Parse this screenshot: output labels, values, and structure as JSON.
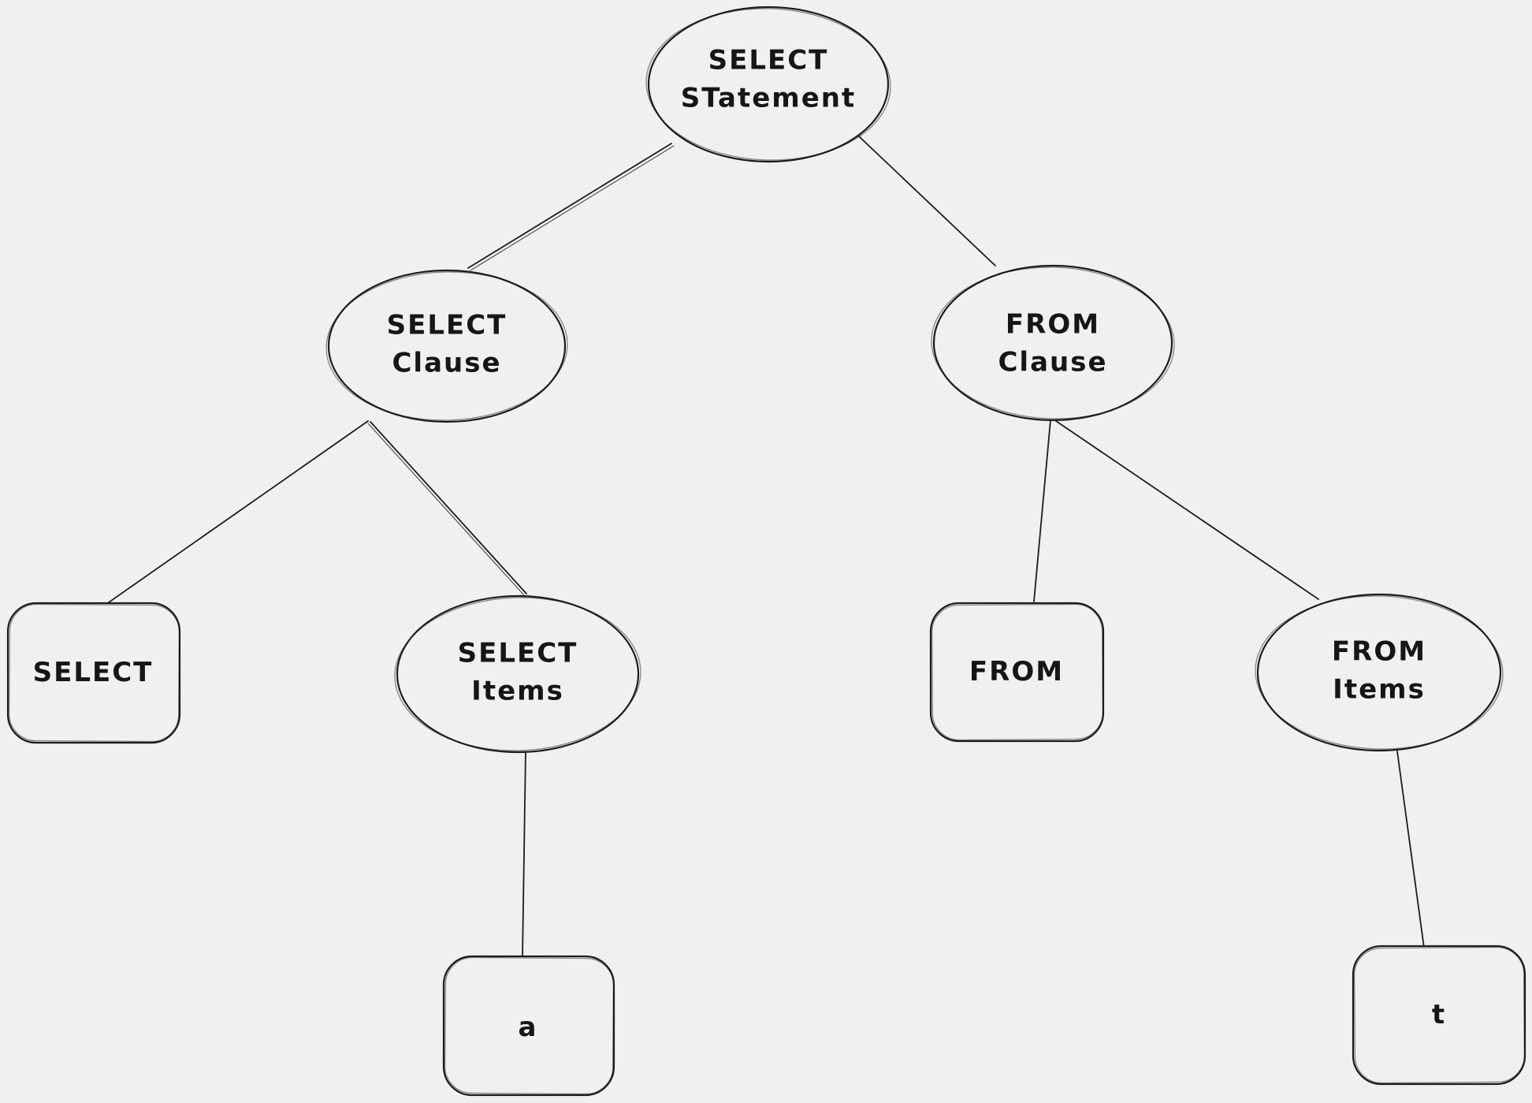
{
  "title": "SQL SELECT statement parse tree",
  "colors": {
    "background": "#f0f0f2",
    "stroke": "#1c1c1c",
    "text": "#161616"
  },
  "nodes": {
    "select_statement": {
      "label": "SELECT\nSTatement",
      "shape": "ellipse"
    },
    "select_clause": {
      "label": "SELECT\nClause",
      "shape": "ellipse"
    },
    "from_clause": {
      "label": "FROM\nClause",
      "shape": "ellipse"
    },
    "select_keyword": {
      "label": "SELECT",
      "shape": "rounded-rectangle"
    },
    "select_items": {
      "label": "SELECT\nItems",
      "shape": "ellipse"
    },
    "from_keyword": {
      "label": "FROM",
      "shape": "rounded-rectangle"
    },
    "from_items": {
      "label": "FROM\nItems",
      "shape": "ellipse"
    },
    "column_a": {
      "label": "a",
      "shape": "rounded-rectangle"
    },
    "table_t": {
      "label": "t",
      "shape": "rounded-rectangle"
    }
  },
  "edges": [
    {
      "from": "select_statement",
      "to": "select_clause"
    },
    {
      "from": "select_statement",
      "to": "from_clause"
    },
    {
      "from": "select_clause",
      "to": "select_keyword"
    },
    {
      "from": "select_clause",
      "to": "select_items"
    },
    {
      "from": "from_clause",
      "to": "from_keyword"
    },
    {
      "from": "from_clause",
      "to": "from_items"
    },
    {
      "from": "select_items",
      "to": "column_a"
    },
    {
      "from": "from_items",
      "to": "table_t"
    }
  ]
}
